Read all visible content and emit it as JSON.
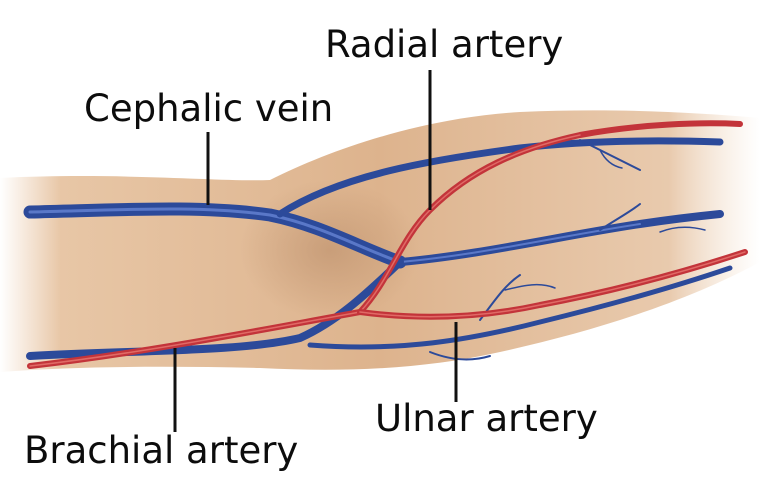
{
  "labels": {
    "radial_artery": "Radial artery",
    "cephalic_vein": "Cephalic vein",
    "ulnar_artery": "Ulnar artery",
    "brachial_artery": "Brachial artery"
  },
  "colors": {
    "skin": "#e8c4a2",
    "skin_shadow": "#c9a07e",
    "vein": "#2c4a9a",
    "vein_highlight": "#5a78c8",
    "artery": "#c3343a",
    "artery_highlight": "#e06a66",
    "leader_line": "#111111"
  }
}
